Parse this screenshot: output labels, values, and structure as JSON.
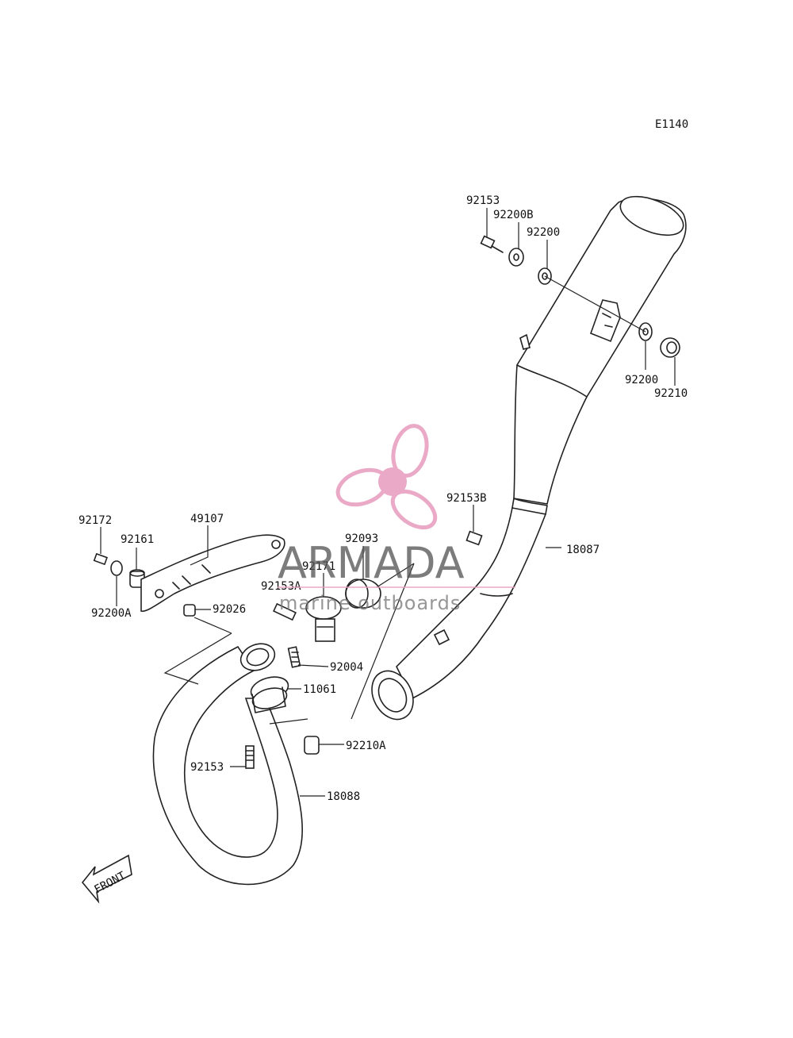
{
  "diagram_code": "E1140",
  "parts": {
    "p92153_top": "92153",
    "p92200B": "92200B",
    "p92200_top": "92200",
    "p92200_right": "92200",
    "p92210": "92210",
    "p92153B": "92153B",
    "p18087": "18087",
    "p92172": "92172",
    "p92161": "92161",
    "p49107": "49107",
    "p92093": "92093",
    "p92171": "92171",
    "p92153A": "92153A",
    "p92200A": "92200A",
    "p92026": "92026",
    "p92004": "92004",
    "p11061": "11061",
    "p92210A": "92210A",
    "p92153_bottom": "92153",
    "p18088": "18088"
  },
  "front_arrow_label": "FRONT",
  "watermark": {
    "brand": "ARMADA",
    "tagline": "marine outboards",
    "color": "#e8a0c0"
  }
}
